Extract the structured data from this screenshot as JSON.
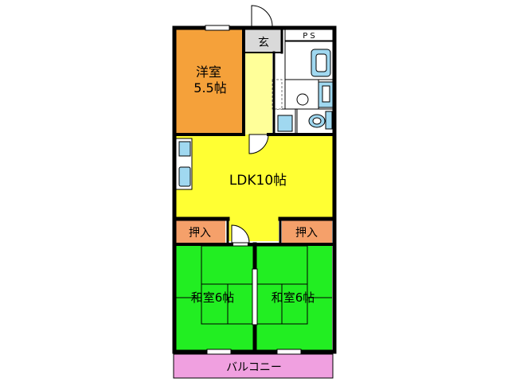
{
  "rooms": {
    "western": {
      "name": "洋室",
      "size": "5.5帖",
      "color": "#f5a13a"
    },
    "ldk": {
      "label": "LDK10帖",
      "color": "#ffff33"
    },
    "japanese_left": {
      "label": "和室6帖",
      "color": "#22ee22"
    },
    "japanese_right": {
      "label": "和室6帖",
      "color": "#22ee22"
    },
    "closet_left": {
      "label": "押入",
      "color": "#f5a06a"
    },
    "closet_right": {
      "label": "押入",
      "color": "#f5a06a"
    },
    "entrance": {
      "label": "玄",
      "color": "#d9d9d9"
    },
    "ps": {
      "label": "P S"
    },
    "hallway": {
      "color": "#ffff99"
    },
    "balcony": {
      "label": "バルコニー",
      "color": "#f0a0e0"
    }
  },
  "colors": {
    "wall": "#000000",
    "fixture": "#a0d8f0",
    "fixture_dark": "#a8a8a8"
  }
}
